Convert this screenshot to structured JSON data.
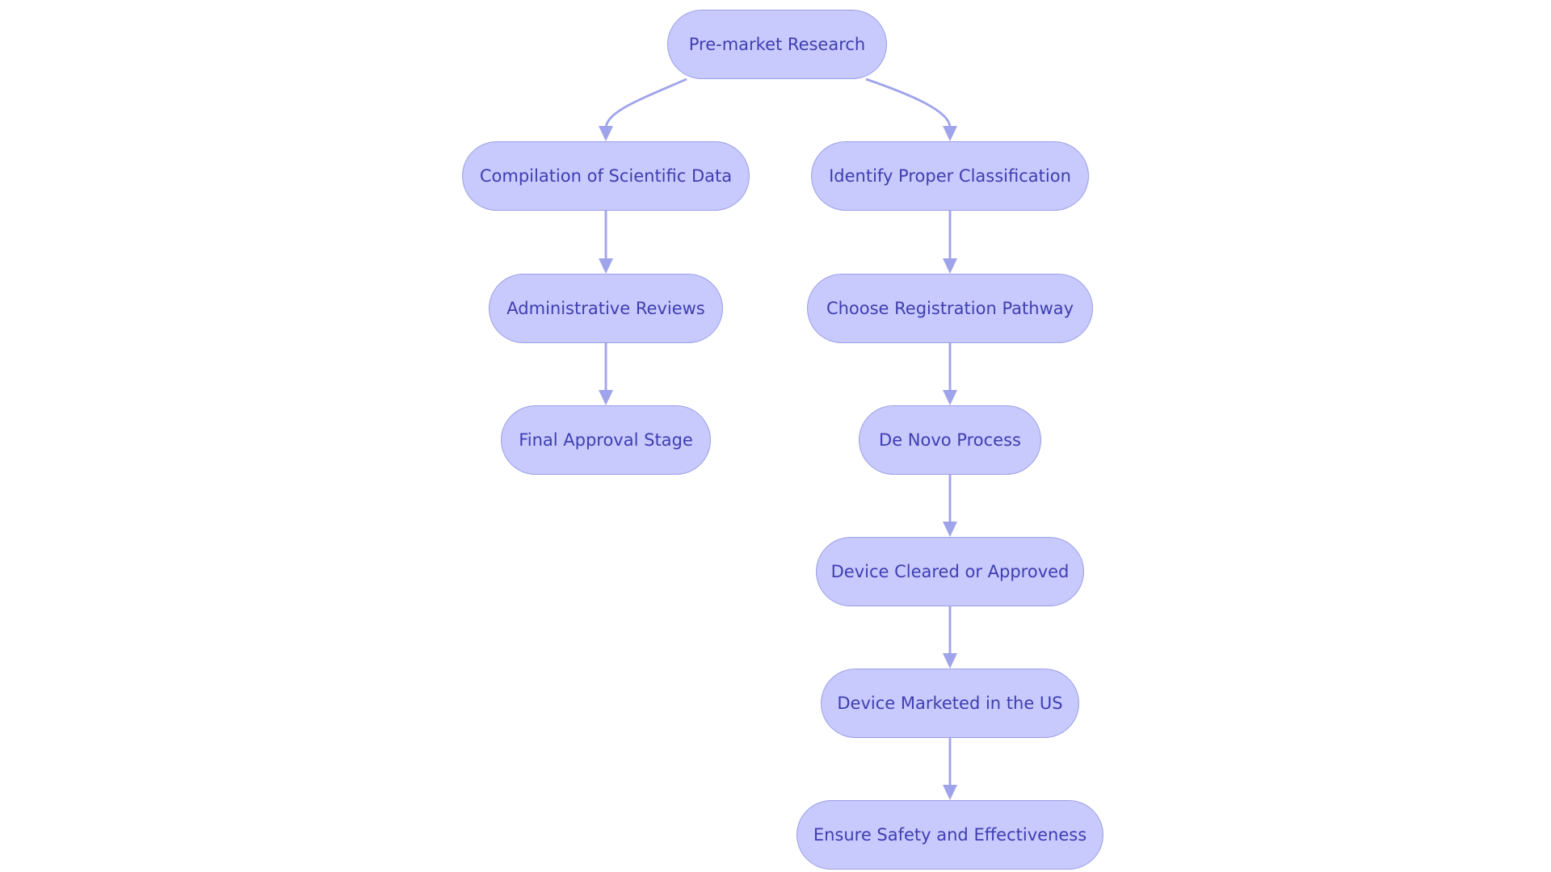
{
  "nodes": {
    "premarket": "Pre-market Research",
    "compilation": "Compilation of Scientific Data",
    "identify": "Identify Proper Classification",
    "administrative": "Administrative Reviews",
    "choose": "Choose Registration Pathway",
    "final": "Final Approval Stage",
    "denovo": "De Novo Process",
    "cleared": "Device Cleared or Approved",
    "marketed": "Device Marketed in the US",
    "ensure": "Ensure Safety and Effectiveness"
  },
  "edges": [
    {
      "from": "Pre-market Research",
      "to": "Compilation of Scientific Data"
    },
    {
      "from": "Pre-market Research",
      "to": "Identify Proper Classification"
    },
    {
      "from": "Compilation of Scientific Data",
      "to": "Administrative Reviews"
    },
    {
      "from": "Administrative Reviews",
      "to": "Final Approval Stage"
    },
    {
      "from": "Identify Proper Classification",
      "to": "Choose Registration Pathway"
    },
    {
      "from": "Choose Registration Pathway",
      "to": "De Novo Process"
    },
    {
      "from": "De Novo Process",
      "to": "Device Cleared or Approved"
    },
    {
      "from": "Device Cleared or Approved",
      "to": "Device Marketed in the US"
    },
    {
      "from": "Device Marketed in the US",
      "to": "Ensure Safety and Effectiveness"
    }
  ],
  "colors": {
    "node_fill": "#c8c9fd",
    "node_border": "#9b9fe6",
    "node_text": "#3e3eb0",
    "edge": "#9fa3ea"
  }
}
